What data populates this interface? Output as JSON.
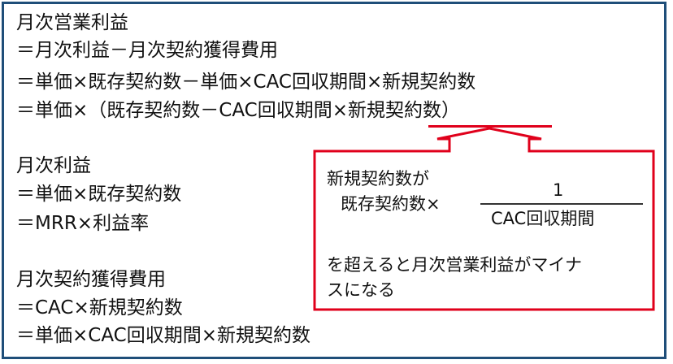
{
  "colors": {
    "frame_border": "#1f4e79",
    "callout_border": "#e0001b",
    "underline": "#e0001b"
  },
  "formula_blocks": [
    {
      "title": "月次営業利益",
      "lines": [
        "＝月次利益－月次契約獲得費用",
        "＝単価×既存契約数－単価×CAC回収期間×新規契約数",
        "＝単価×（既存契約数－CAC回収期間×新規契約数）"
      ]
    },
    {
      "title": "月次利益",
      "lines": [
        "＝単価×既存契約数",
        "＝MRR×利益率"
      ]
    },
    {
      "title": "月次契約獲得費用",
      "lines": [
        "＝CAC×新規契約数",
        "＝単価×CAC回収期間×新規契約数"
      ]
    }
  ],
  "callout": {
    "line1": "新規契約数が",
    "lhs": "既存契約数×",
    "numerator": "1",
    "denominator": "CAC回収期間",
    "conclusion_line1": "を超えると月次営業利益がマイナ",
    "conclusion_line2": "スになる"
  }
}
